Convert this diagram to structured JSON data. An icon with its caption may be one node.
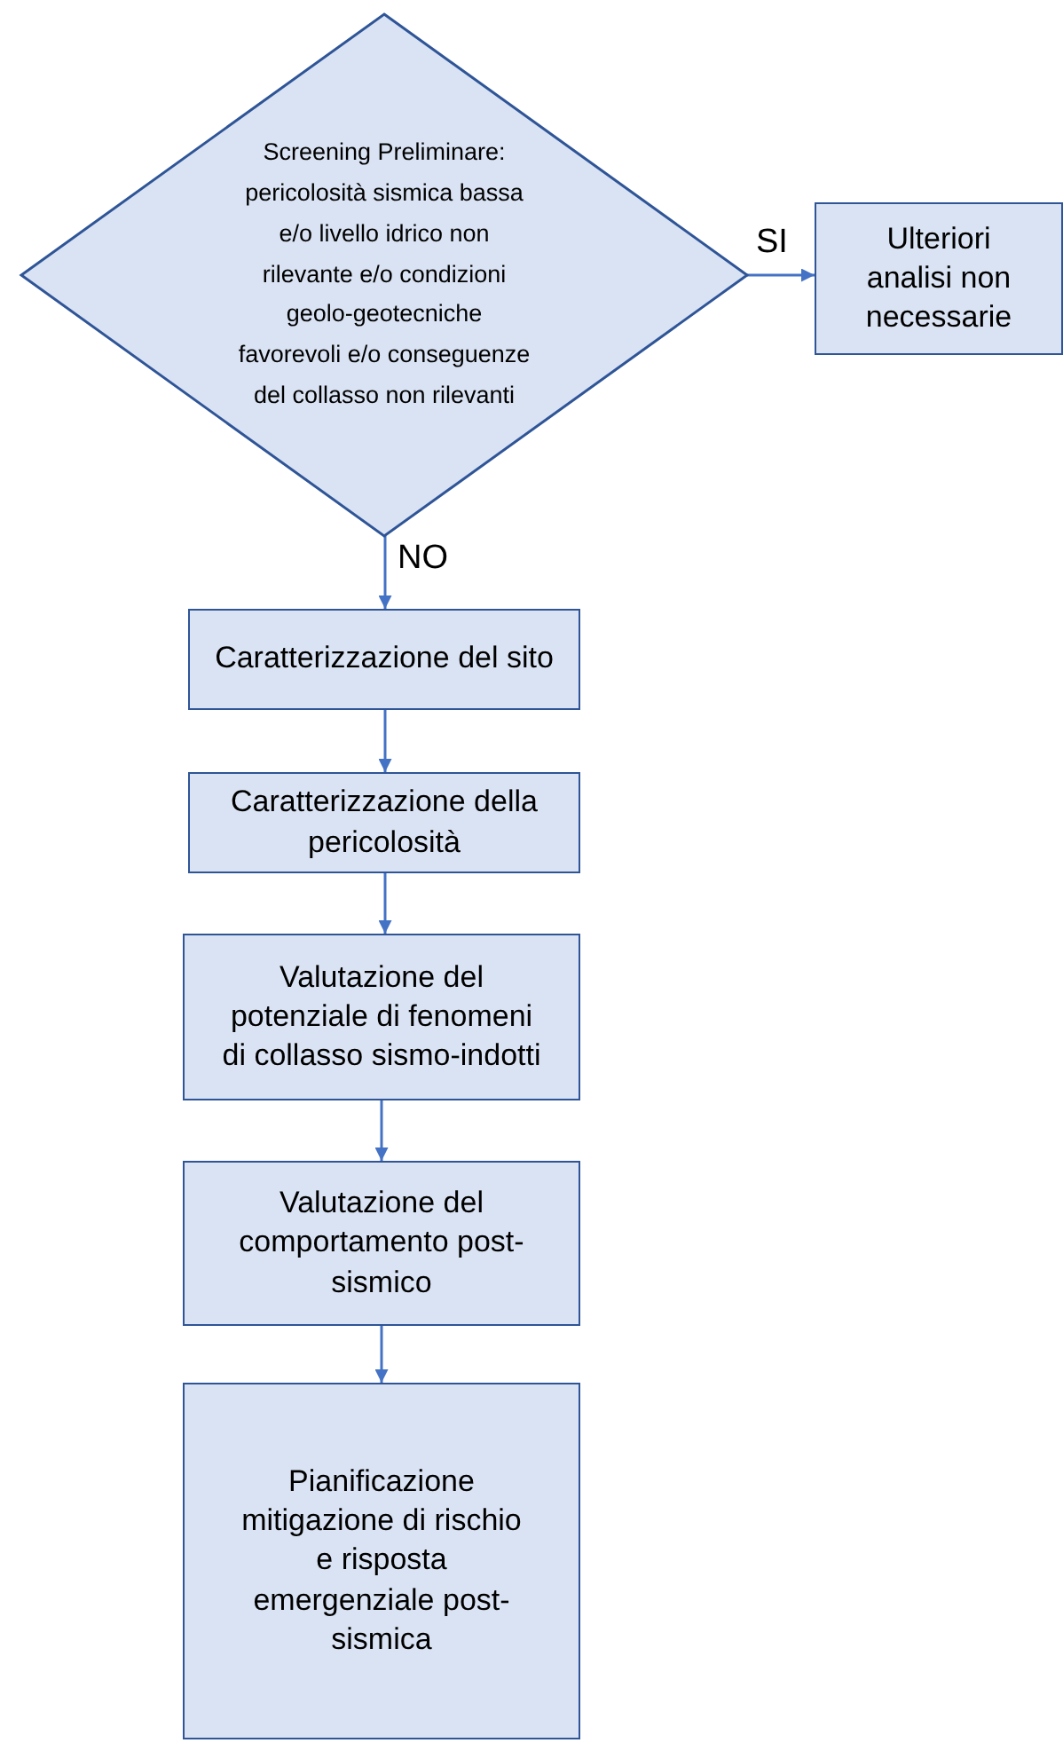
{
  "diagram": {
    "nodes": [
      {
        "text": [
          "Screening Preliminare: pericolosità sismica bassa e/o livello idrico non rilevante e/o condizioni geolo-geotecniche favorevoli e/o conseguenze del collasso non rilevanti"
        ]
      },
      {
        "text": [
          "Ulteriori analisi non necessarie"
        ]
      },
      {
        "text": [
          "Caratterizzazione del sito"
        ]
      },
      {
        "text": [
          "Caratterizzazione della pericolosità"
        ]
      },
      {
        "text": [
          "Valutazione del potenziale di fenomeni di collasso sismo-indotti"
        ]
      },
      {
        "text": [
          "Valutazione del comportamento post-sismico"
        ]
      },
      {
        "text": [
          "Pianificazione mitigazione di rischio e risposta emergenziale post-sismica"
        ]
      }
    ],
    "edges": [
      {
        "from": 0,
        "to": 1,
        "arrow": "to",
        "label": "SI"
      },
      {
        "from": 0,
        "to": 2,
        "arrow": "to",
        "label": "NO"
      },
      {
        "from": 2,
        "to": 3,
        "arrow": "to"
      },
      {
        "from": 3,
        "to": 4,
        "arrow": "to"
      },
      {
        "from": 4,
        "to": 5,
        "arrow": "to"
      },
      {
        "from": 5,
        "to": 6,
        "arrow": "to"
      }
    ]
  }
}
